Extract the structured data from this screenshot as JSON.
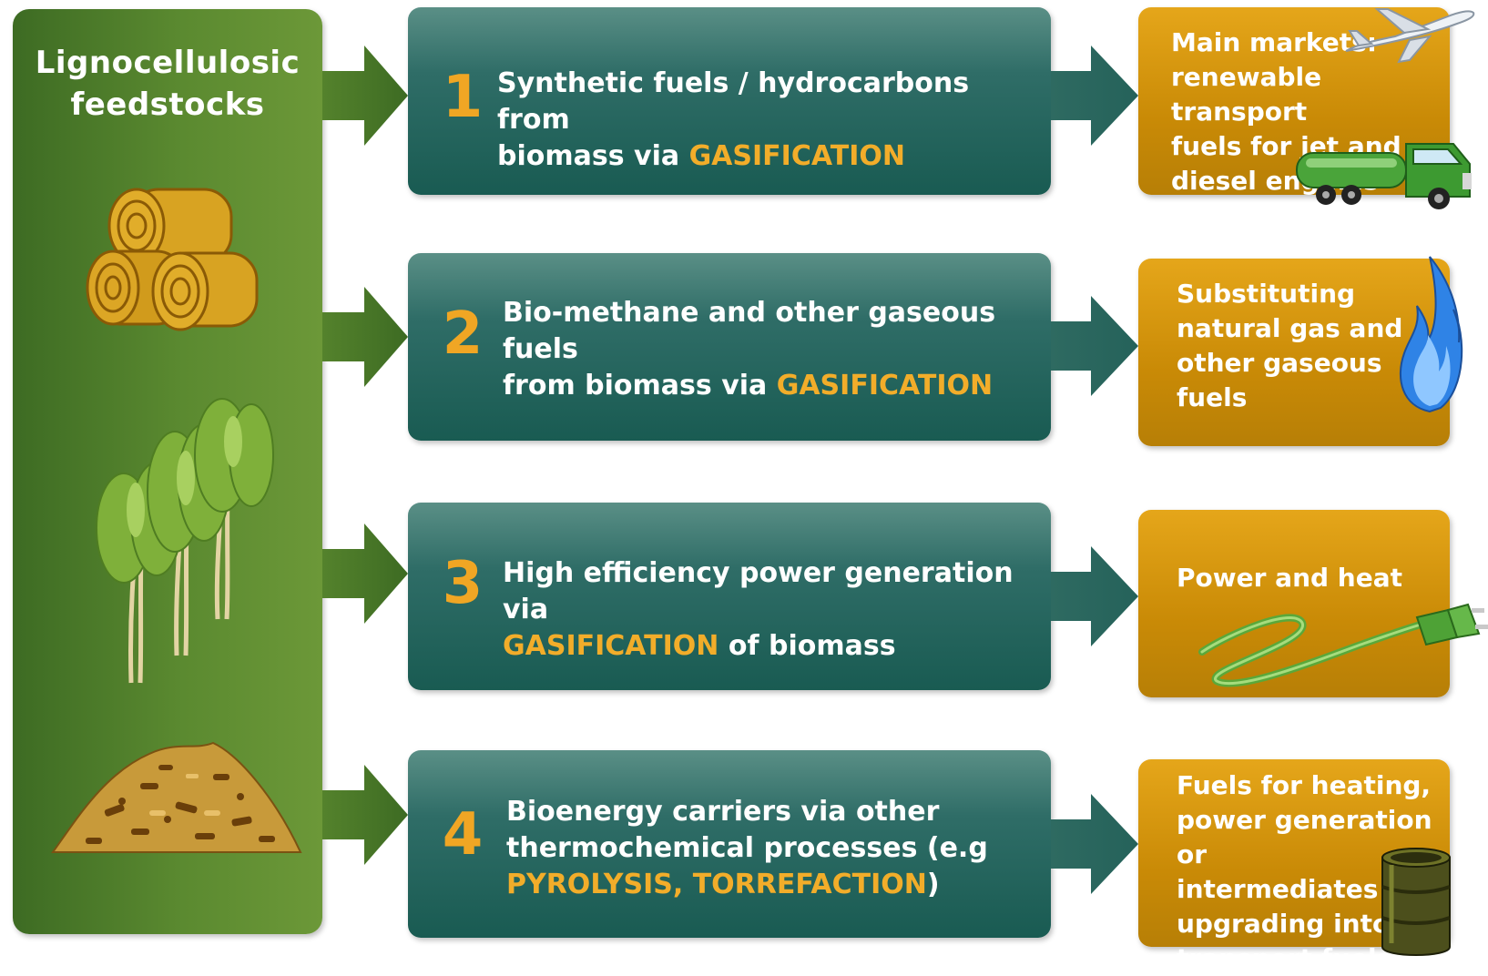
{
  "feedstocks": {
    "title_line1": "Lignocellulosic",
    "title_line2": "feedstocks",
    "icons": [
      "hay-bales-icon",
      "willow-trees-icon",
      "wood-chips-pile-icon"
    ]
  },
  "routes": [
    {
      "number": "1",
      "text_line1": "Synthetic fuels / hydrocarbons from",
      "text_line2_prefix": "biomass via ",
      "text_line2_highlight": "GASIFICATION",
      "market_lines": [
        "Main markets:",
        "renewable transport",
        "fuels for jet and",
        "diesel engines"
      ],
      "market_icons": [
        "airplane-icon",
        "tanker-truck-icon"
      ]
    },
    {
      "number": "2",
      "text_line1": "Bio-methane and other gaseous fuels",
      "text_line2_prefix": "from biomass via ",
      "text_line2_highlight": "GASIFICATION",
      "market_lines": [
        "Substituting",
        "natural gas and",
        "other gaseous",
        "fuels"
      ],
      "market_icons": [
        "blue-flame-icon"
      ]
    },
    {
      "number": "3",
      "text_line1": "High efficiency power generation via",
      "text_line2_highlight": "GASIFICATION",
      "text_line2_suffix": " of biomass",
      "market_lines": [
        "Power and heat"
      ],
      "market_icons": [
        "power-plug-icon"
      ]
    },
    {
      "number": "4",
      "text_line1": "Bioenergy carriers via other",
      "text_line2": "thermochemical processes (e.g",
      "text_line3_highlight": "PYROLYSIS, TORREFACTION",
      "text_line3_suffix": ")",
      "market_lines": [
        "Fuels for heating,",
        "power generation or",
        "intermediates for",
        "upgrading into",
        "transport fuels"
      ],
      "market_icons": [
        "oil-barrel-icon"
      ]
    }
  ],
  "colors": {
    "feedstock_green": "#5b8a30",
    "process_teal": "#1f5f57",
    "market_gold": "#d4950c",
    "highlight_orange": "#f2ad2a",
    "number_orange": "#f0a624"
  }
}
